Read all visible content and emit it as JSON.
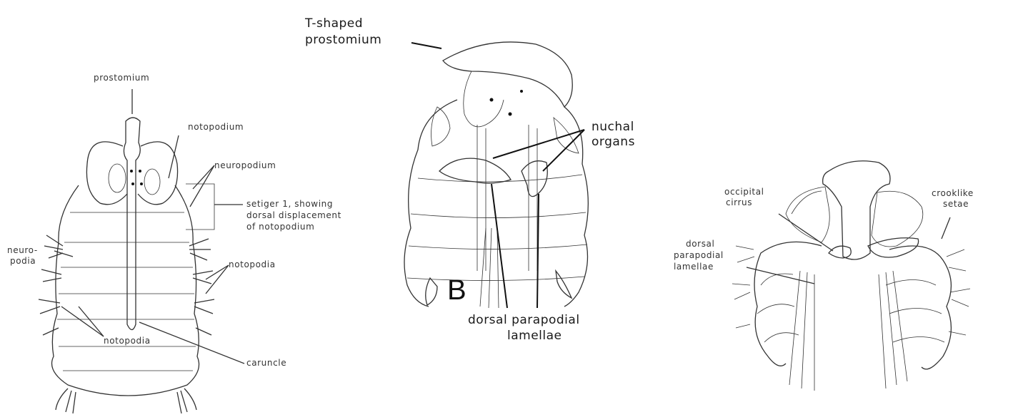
{
  "figure": {
    "panel_a": {
      "labels": {
        "prostomium": "prostomium",
        "notopodium": "notopodium",
        "neuropodium": "neuropodium",
        "setiger": "setiger 1, showing",
        "setiger2": "dorsal displacement",
        "setiger3": "of notopodium",
        "neuro1": "neuro-",
        "neuro2": "podia",
        "notopodia_right": "notopodia",
        "notopodia_bottom": "notopodia",
        "caruncle": "caruncle"
      }
    },
    "panel_b": {
      "letter": "B",
      "labels": {
        "tshaped1": "T-shaped",
        "tshaped2": "prostomium",
        "nuchal1": "nuchal",
        "nuchal2": "organs",
        "dorsal1": "dorsal parapodial",
        "dorsal2": "lamellae"
      }
    },
    "panel_c": {
      "labels": {
        "occipital1": "occipital",
        "occipital2": "cirrus",
        "crook1": "crooklike",
        "crook2": "setae",
        "dpl1": "dorsal",
        "dpl2": "parapodial",
        "dpl3": "lamellae"
      }
    }
  }
}
